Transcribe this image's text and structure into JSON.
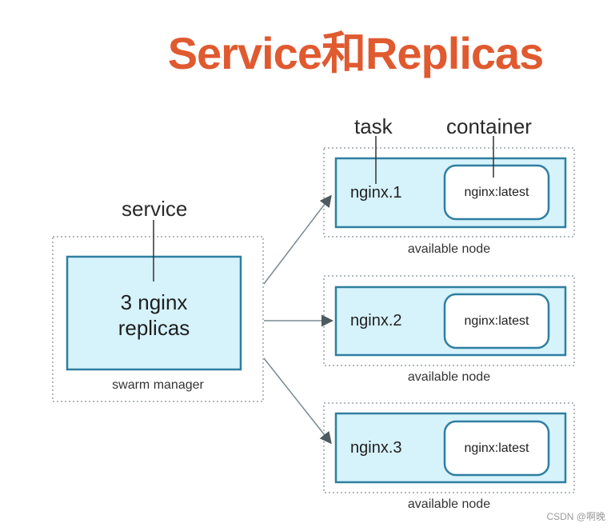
{
  "title": "Service和Replicas",
  "labels": {
    "service": "service",
    "task": "task",
    "container": "container"
  },
  "manager": {
    "replicas_text_line1": "3 nginx",
    "replicas_text_line2": "replicas",
    "caption": "swarm manager"
  },
  "nodes": [
    {
      "task": "nginx.1",
      "container": "nginx:latest",
      "caption": "available node"
    },
    {
      "task": "nginx.2",
      "container": "nginx:latest",
      "caption": "available node"
    },
    {
      "task": "nginx.3",
      "container": "nginx:latest",
      "caption": "available node"
    }
  ],
  "watermark": "CSDN @啊晚",
  "colors": {
    "title": "#e05a30",
    "box_fill": "#d6f2fb",
    "box_stroke": "#2f7fa0",
    "dotted": "#9aa3a8",
    "arrow": "#7a8a90"
  }
}
